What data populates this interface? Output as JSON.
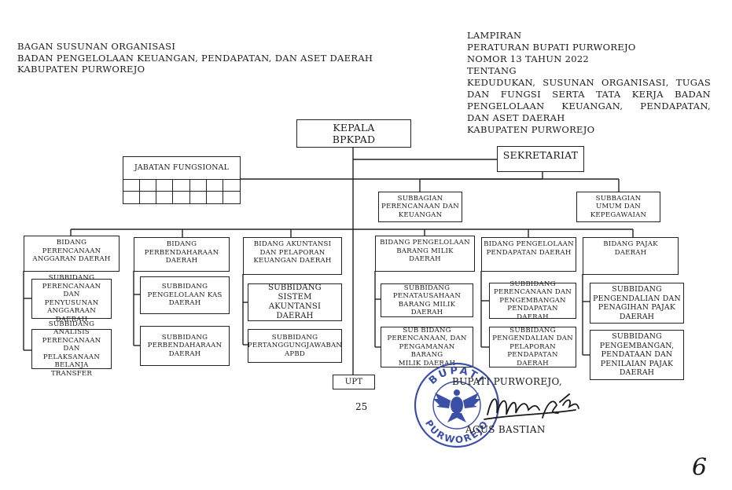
{
  "header_left": {
    "line1": "BAGAN SUSUNAN ORGANISASI",
    "line2": "BADAN PENGELOLAAN KEUANGAN, PENDAPATAN, DAN ASET DAERAH",
    "line3": "KABUPATEN PURWOREJO"
  },
  "header_right": {
    "line1": "LAMPIRAN",
    "line2": "PERATURAN BUPATI PURWOREJO",
    "line3": "NOMOR 13  TAHUN 2022",
    "line4": "TENTANG",
    "line5": "KEDUDUKAN, SUSUNAN ORGANISASI, TUGAS",
    "line6": "DAN FUNGSI SERTA TATA KERJA BADAN",
    "line7": "PENGELOLAAN KEUANGAN, PENDAPATAN,",
    "line8": "DAN ASET DAERAH",
    "line9": "KABUPATEN PURWOREJO"
  },
  "chart": {
    "kepala": "KEPALA\nBPKPAD",
    "jabatan_fungsional": "JABATAN FUNGSIONAL",
    "sekretariat": "SEKRETARIAT",
    "subbag_perencanaan": "SUBBAGIAN\nPERENCANAAN DAN\nKEUANGAN",
    "subbag_umum": "SUBBAGIAN\nUMUM DAN\nKEPEGAWAIAN",
    "bidang1": "BIDANG PERENCANAAN\nANGGARAN DAERAH",
    "bidang1_sub1": "SUBBIDANG\nPERENCANAAN DAN\nPENYUSUNAN\nANGGARAAN DAERAH",
    "bidang1_sub2": "SUBBIDANG\nANALISIS\nPERENCANAAN DAN\nPELAKSANAAN\nBELANJA TRANSFER",
    "bidang2": "BIDANG\nPERBENDAHARAAN\nDAERAH",
    "bidang2_sub1": "SUBBIDANG\nPENGELOLAAN KAS\nDAERAH",
    "bidang2_sub2": "SUBBIDANG\nPERBENDAHARAAN\nDAERAH",
    "bidang3": "BIDANG AKUNTANSI\nDAN PELAPORAN\nKEUANGAN DAERAH",
    "bidang3_sub1": "SUBBIDANG SISTEM\nAKUNTANSI DAERAH",
    "bidang3_sub2": "SUBBIDANG\nPERTANGGUNGJAWABAN\nAPBD",
    "bidang4": "BIDANG PENGELOLAAN\nBARANG MILIK\nDAERAH",
    "bidang4_sub1": "SUBBIDANG\nPENATAUSAHAAN\nBARANG MILIK DAERAH",
    "bidang4_sub2": "SUB BIDANG\nPERENCANAAN, DAN\nPENGAMANAN BARANG\nMILIK DAERAH",
    "bidang5": "BIDANG PENGELOLAAN\nPENDAPATAN DAERAH",
    "bidang5_sub1": "SUBBIDANG\nPERENCANAAN DAN\nPENGEMBANGAN\nPENDAPATAN DAERAH",
    "bidang5_sub2": "SUBBIDANG\nPENGENDALIAN DAN\nPELAPORAN\nPENDAPATAN DAERAH",
    "bidang6": "BIDANG PAJAK\nDAERAH",
    "bidang6_sub1": "SUBBIDANG\nPENGENDALIAN DAN\nPENAGIHAN PAJAK\nDAERAH",
    "bidang6_sub2": "SUBBIDANG\nPENGEMBANGAN,\nPENDATAAN DAN\nPENILAIAN PAJAK\nDAERAH",
    "upt": "UPT"
  },
  "page_number": "25",
  "signature": {
    "title": "BUPATI PURWOREJO,",
    "name": "AGUS BASTIAN",
    "stamp_top": "BUPATI",
    "stamp_bottom": "PURWOREJO"
  },
  "margin_mark": "6",
  "colors": {
    "ink": "#1a1a1a",
    "stamp": "#3b4fa6"
  }
}
